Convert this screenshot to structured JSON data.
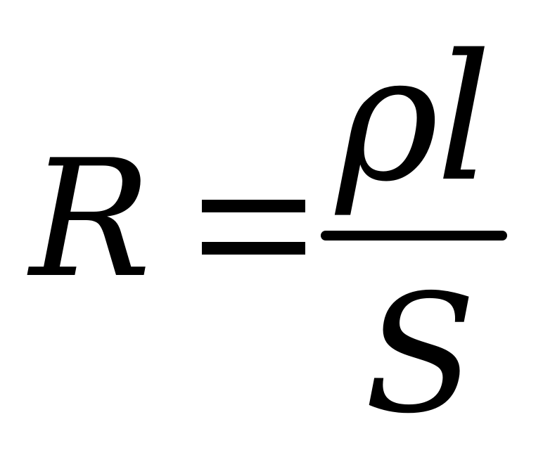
{
  "formula": {
    "lhs": "R",
    "numerator": "ρl",
    "denominator": "S"
  }
}
